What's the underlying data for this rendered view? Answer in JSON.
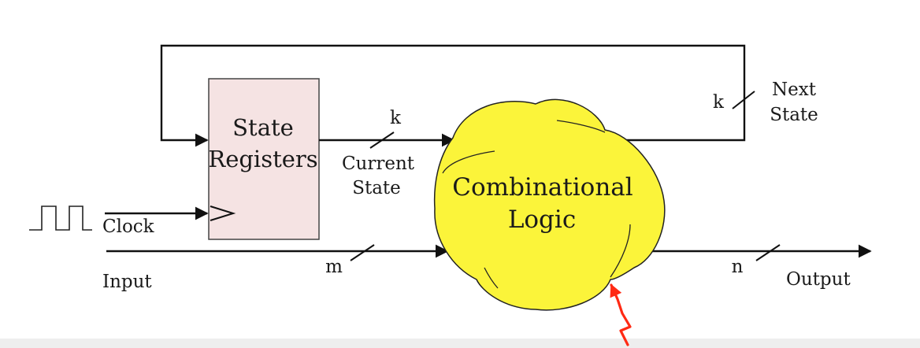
{
  "diagram": {
    "state_registers": {
      "line1": "State",
      "line2": "Registers"
    },
    "combinational_logic": {
      "line1": "Combinational",
      "line2": "Logic"
    },
    "clock_label": "Clock",
    "input_label": "Input",
    "output_label": "Output",
    "current_state": {
      "line1": "Current",
      "line2": "State"
    },
    "next_state": {
      "line1": "Next",
      "line2": "State"
    },
    "bus_widths": {
      "current_state": "k",
      "next_state": "k",
      "input": "m",
      "output": "n"
    }
  },
  "colors": {
    "register_fill": "#f5e3e3",
    "logic_fill": "#fbf43a",
    "annotation_arrow": "#ff2a14",
    "line": "#111111"
  },
  "icons": [
    "clock-waveform-icon",
    "clock-input-triangle-icon",
    "red-annotation-arrow-icon"
  ]
}
